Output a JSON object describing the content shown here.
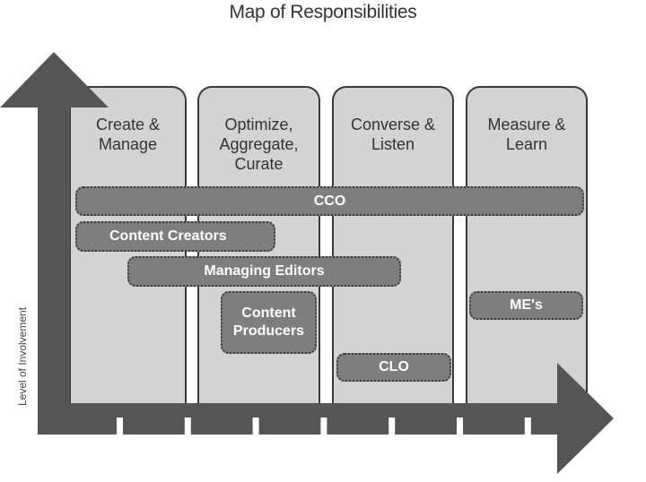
{
  "title": "Map of Responsibilities",
  "y_axis_label": "Level of Involvement",
  "columns": [
    {
      "label": "Create & Manage"
    },
    {
      "label": "Optimize, Aggregate, Curate"
    },
    {
      "label": "Converse & Listen"
    },
    {
      "label": "Measure & Learn"
    }
  ],
  "roles": [
    {
      "label": "CCO",
      "spans": "Create & Manage through Measure & Learn"
    },
    {
      "label": "Content Creators",
      "spans": "Create & Manage to part of Optimize, Aggregate, Curate"
    },
    {
      "label": "Managing Editors",
      "spans": "Create & Manage to part of Converse & Listen"
    },
    {
      "label": "Content Producers",
      "spans": "Optimize, Aggregate, Curate"
    },
    {
      "label": "CLO",
      "spans": "Converse & Listen"
    },
    {
      "label": "ME's",
      "spans": "Measure & Learn"
    }
  ],
  "colors": {
    "axis": "#555555",
    "column_fill": "#d3d3d3",
    "role_fill": "#7e7e7e",
    "role_text": "#ffffff"
  }
}
